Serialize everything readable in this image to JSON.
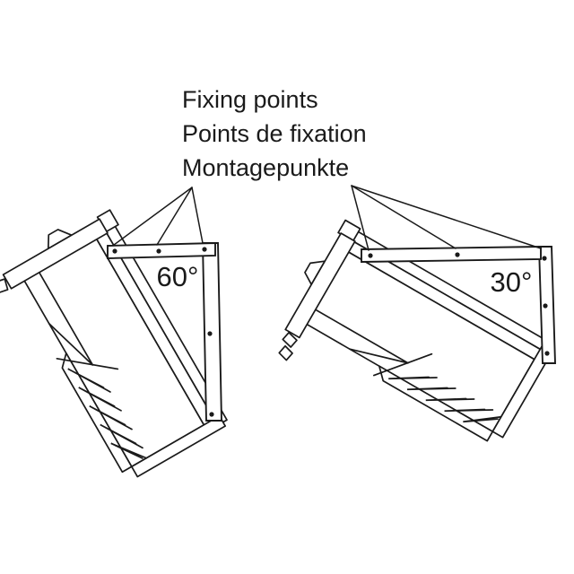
{
  "colors": {
    "background": "#ffffff",
    "line": "#1a1a1a"
  },
  "annotation": {
    "lines": [
      "Fixing points",
      "Points de fixation",
      "Montagepunkte"
    ]
  },
  "diagrams": [
    {
      "id": "tilt-60",
      "angle_label": "60°",
      "fixing_points_visible": 5
    },
    {
      "id": "tilt-30",
      "angle_label": "30°",
      "fixing_points_visible": 5
    }
  ]
}
